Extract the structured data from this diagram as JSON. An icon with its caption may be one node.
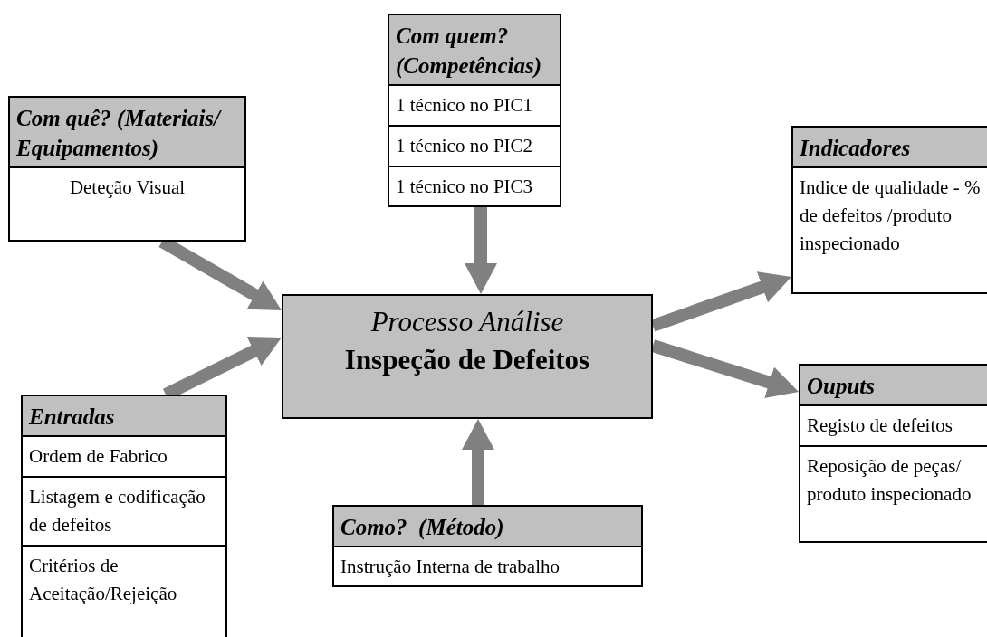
{
  "diagram": {
    "nodes": [
      {
        "text": [
          "Com quem? (Competências)",
          "1 técnico no PIC1",
          "1 técnico no PIC2",
          "1 técnico no PIC3"
        ]
      },
      {
        "text": [
          "Com quê? (Materiais/ Equipamentos)",
          "Deteção Visual"
        ]
      },
      {
        "text": [
          "Indicadores",
          "Indice de qualidade - % de defeitos /produto inspecionado"
        ]
      },
      {
        "text": [
          "Processo Análise",
          "Inspeção de Defeitos"
        ]
      },
      {
        "text": [
          "Ouputs",
          "Registo de defeitos",
          "Reposição de peças/ produto inspecionado"
        ]
      },
      {
        "text": [
          "Entradas",
          "Ordem de Fabrico",
          "Listagem e codificação de defeitos",
          "Critérios de Aceitação/Rejeição"
        ]
      },
      {
        "text": [
          "Como?  (Método)",
          "Instrução Interna de trabalho"
        ]
      }
    ],
    "edges": [
      {
        "from": 1,
        "to": 3,
        "arrow": "to"
      },
      {
        "from": 5,
        "to": 3,
        "arrow": "to"
      },
      {
        "from": 0,
        "to": 3,
        "arrow": "to"
      },
      {
        "from": 6,
        "to": 3,
        "arrow": "to"
      },
      {
        "from": 3,
        "to": 2,
        "arrow": "to"
      },
      {
        "from": 3,
        "to": 4,
        "arrow": "to"
      }
    ]
  }
}
